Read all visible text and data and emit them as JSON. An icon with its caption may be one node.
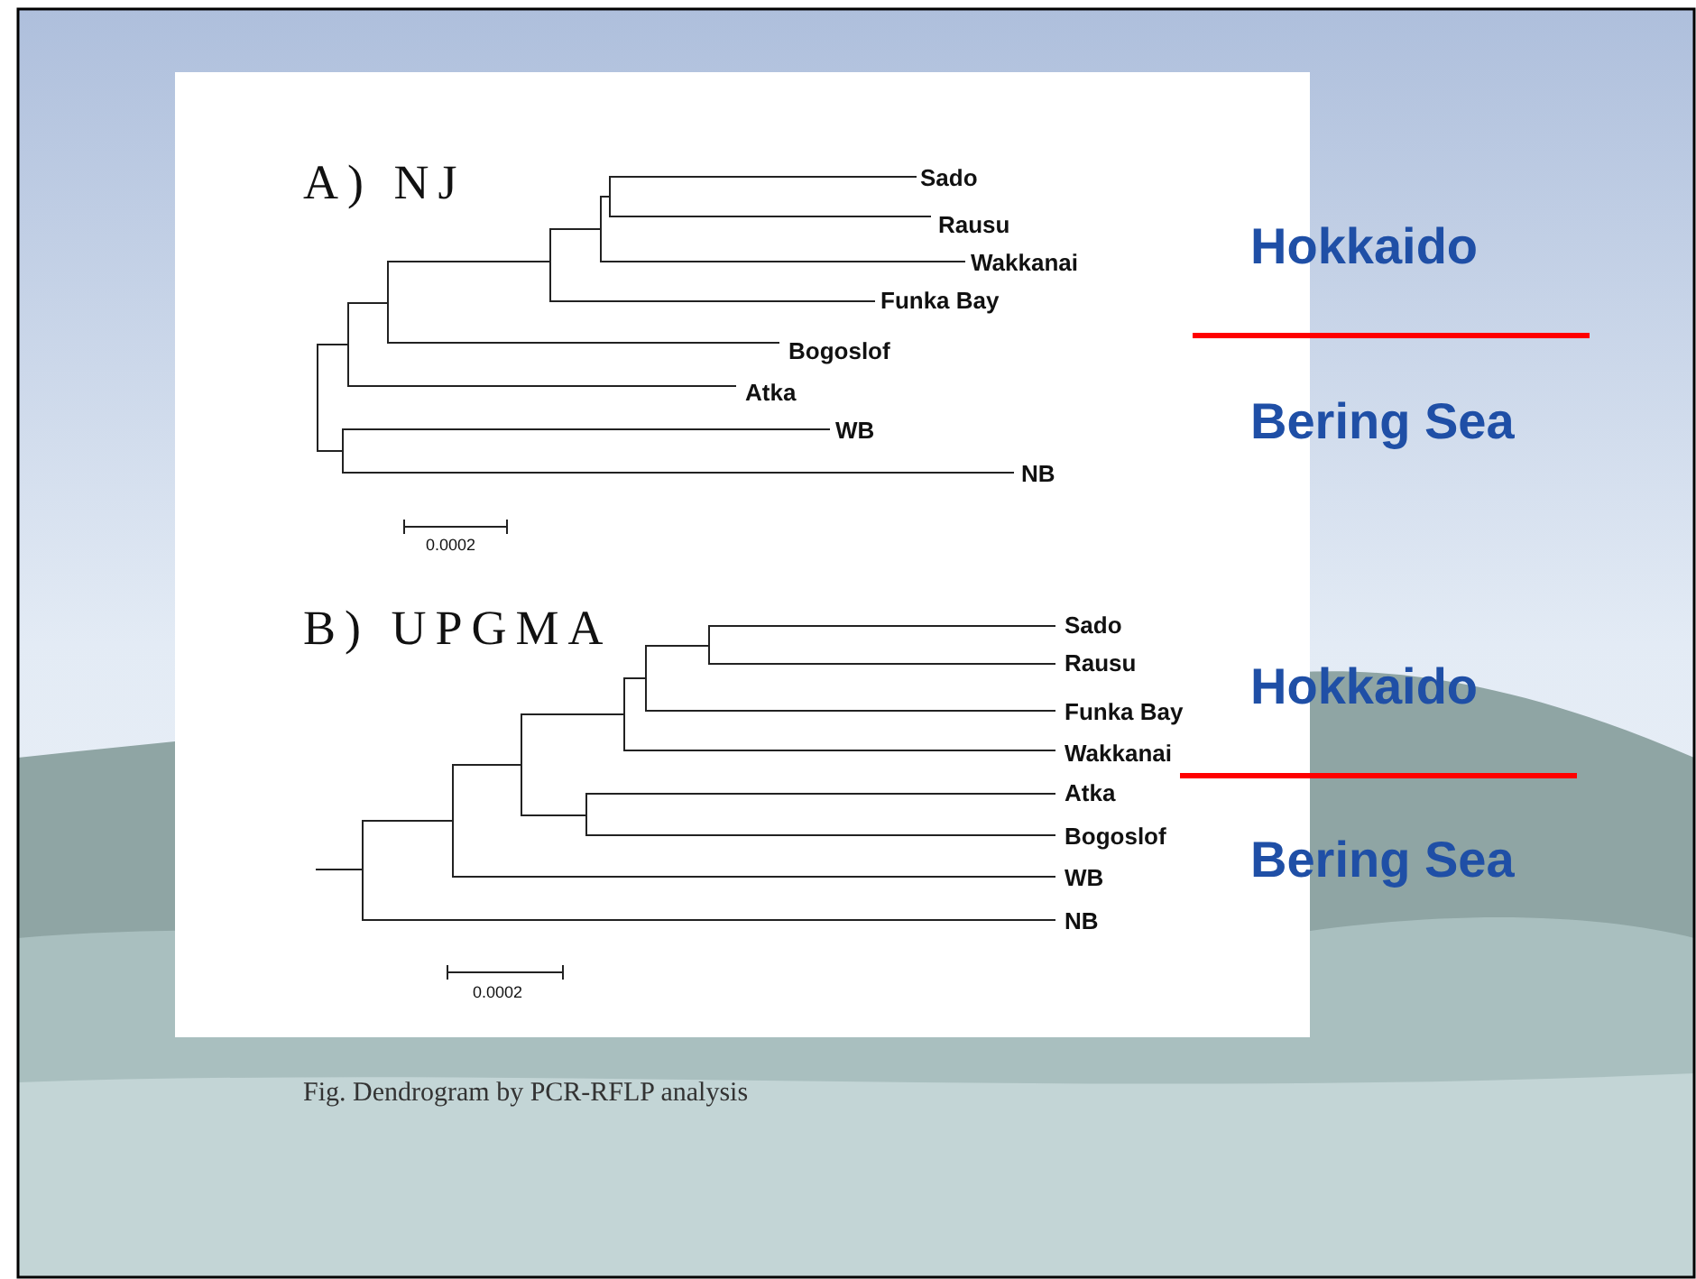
{
  "diagram": {
    "caption": "Fig. Dendrogram by PCR-RFLP analysis",
    "labels": [
      "A) NJ",
      "Sado",
      "Rausu",
      "Wakkanai",
      "Funka Bay",
      "Bogoslof",
      "Atka",
      "WB",
      "NB",
      "0.0002",
      "Hokkaido",
      "Bering Sea",
      "B) UPGMA",
      "Sado",
      "Rausu",
      "Funka Bay",
      "Wakkanai",
      "Atka",
      "Bogoslof",
      "WB",
      "NB",
      "0.0002",
      "Hokkaido",
      "Bering Sea"
    ]
  }
}
